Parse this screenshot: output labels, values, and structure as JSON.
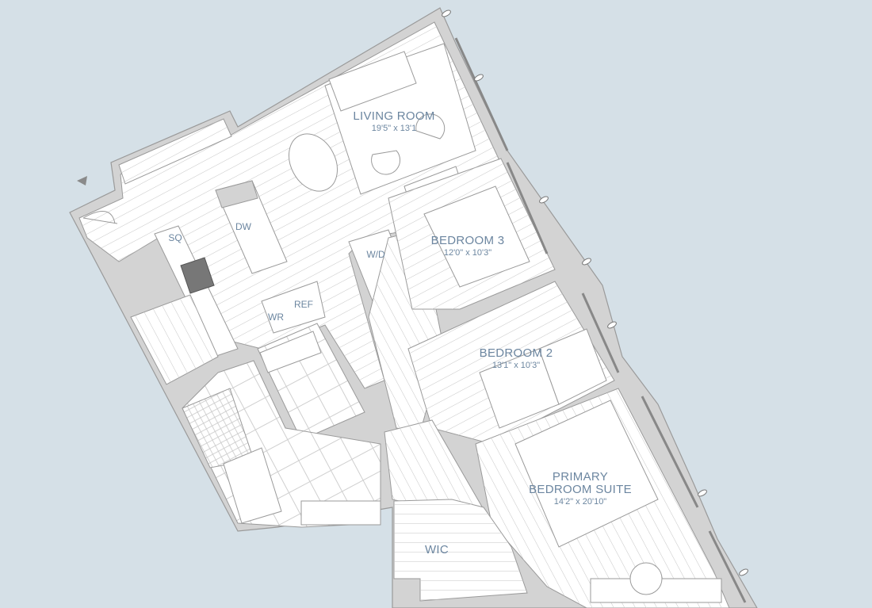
{
  "plan": {
    "type": "apartment floor plan",
    "colors": {
      "background": "#d5e0e7",
      "wall": "#d3d3d3",
      "wall_stroke": "#9a9a9a",
      "floor": "#ffffff",
      "hatch": "#c8c8c8",
      "label": "#6c86a0"
    },
    "rooms": [
      {
        "name": "LIVING ROOM",
        "dims": "19'5\" x 13'1"
      },
      {
        "name": "BEDROOM 3",
        "dims": "12'0\" x 10'3\""
      },
      {
        "name": "BEDROOM 2",
        "dims": "13'1\" x 10'3\""
      },
      {
        "name": "PRIMARY",
        "name2": "BEDROOM SUITE",
        "dims": "14'2\" x 20'10\""
      },
      {
        "name": "WIC"
      }
    ],
    "fixtures": {
      "dishwasher": "DW",
      "storage": "SQ",
      "washer_dryer": "W/D",
      "refrigerator": "REF",
      "wine_refrigerator": "WR"
    },
    "entry_marker": "entry-arrow"
  }
}
